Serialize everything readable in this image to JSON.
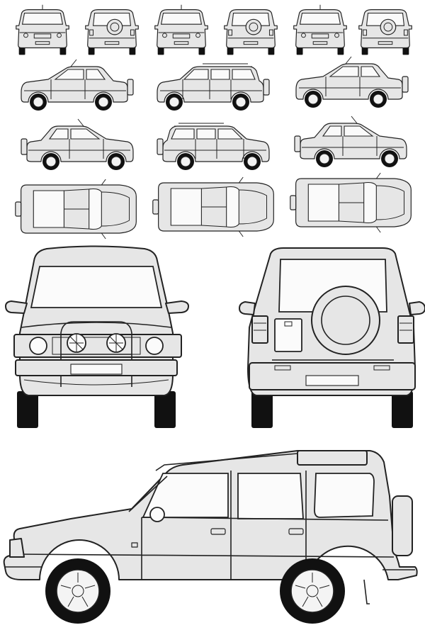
{
  "illustration": {
    "subject": "suv-vector-views",
    "colors": {
      "body": "#e6e6e6",
      "outline": "#222222",
      "tyre": "#111111",
      "glass": "#fafafa",
      "background": "#ffffff"
    },
    "groups": {
      "small_front_back_views": 6,
      "small_side_views": 6,
      "small_top_views": 3,
      "large_views": [
        "front",
        "rear",
        "side"
      ]
    }
  }
}
